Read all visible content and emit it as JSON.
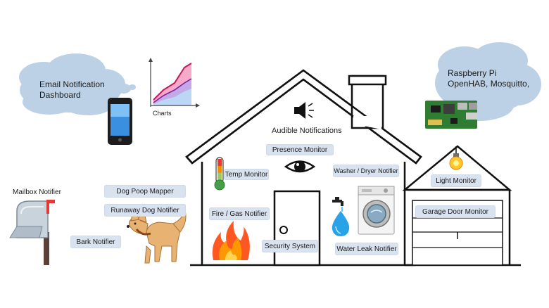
{
  "clouds": {
    "left_line1": "Email Notification",
    "left_line2": "Dashboard",
    "right_line1": "Raspberry Pi",
    "right_line2": "OpenHAB, Mosquitto,"
  },
  "labels": {
    "charts": "Charts",
    "audible": "Audible Notifications",
    "mailbox": "Mailbox Notifier"
  },
  "tags": {
    "presence": "Presence Monitor",
    "temp": "Temp Monitor",
    "washer": "Washer / Dryer Notifier",
    "light": "Light Monitor",
    "dog_poop": "Dog Poop Mapper",
    "runaway": "Runaway Dog Notifier",
    "bark": "Bark Notifier",
    "fire": "Fire / Gas Notifier",
    "garage": "Garage Door Monitor",
    "security": "Security System",
    "water": "Water Leak Notifier"
  },
  "colors": {
    "cloud": "#bcd1e6",
    "tag": "#d9e2ef",
    "line": "#111111"
  }
}
